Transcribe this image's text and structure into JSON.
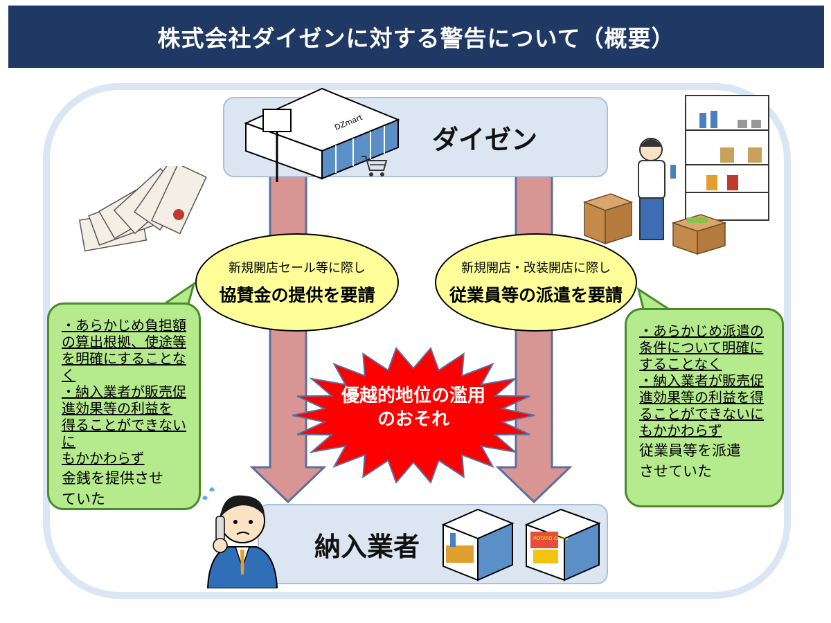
{
  "title": "株式会社ダイゼンに対する警告について（概要）",
  "top_box": {
    "label": "ダイゼン",
    "store_sign": "DZmart"
  },
  "bottom_box": {
    "label": "納入業者",
    "snack_label": "POTATO CHIPS"
  },
  "left_oval": {
    "small": "新規開店セール等に際し",
    "big": "協賛金の提供を要請"
  },
  "right_oval": {
    "small": "新規開店・改装開店に際し",
    "big": "従業員等の派遣を要請"
  },
  "center_burst": {
    "line1": "優越的地位の濫用",
    "line2": "のおそれ"
  },
  "left_note": {
    "lines_underlined_1": [
      "・あらかじめ負担額",
      "の算出根拠、使途等",
      "を明確にすることな",
      "く"
    ],
    "lines_mixed_2": [
      "・納入業者が販売促",
      "進効果等の利益を",
      "得ることができないに",
      "もかかわらず"
    ],
    "plain": [
      "金銭を提供させ",
      "ていた"
    ]
  },
  "right_note": {
    "lines_underlined_1": [
      "・あらかじめ派遣の",
      "条件について明確に",
      "することなく"
    ],
    "lines_mixed_2": [
      "・納入業者が販売促",
      "進効果等の利益を得",
      "ることができないに",
      "もかかわらず"
    ],
    "plain": [
      "従業員等を派遣",
      "させていた"
    ]
  },
  "colors": {
    "title_bg": "#1f3864",
    "box_bg": "#dce6f2",
    "arrow_fill": "#d99594",
    "arrow_stroke": "#5a6fa0",
    "oval_fill": "#ffff99",
    "note_fill": "#b6eb8d",
    "burst_fill": "#ff0000"
  },
  "icons": [
    "store-building-icon",
    "shopping-cart-icon",
    "banknotes-icon",
    "clerk-stocking-shelf-icon",
    "cardboard-boxes-icon",
    "worried-businessman-phone-icon",
    "supplier-shops-icon"
  ]
}
